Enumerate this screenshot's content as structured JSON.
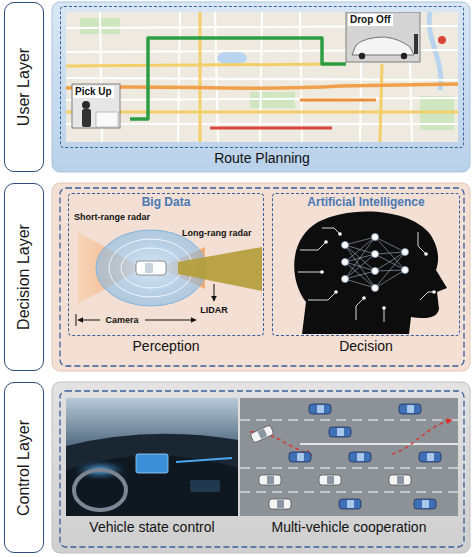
{
  "diagram": {
    "nodes": [
      {
        "text": [
          "User Layer"
        ]
      },
      {
        "text": [
          "Route Planning"
        ]
      },
      {
        "text": [
          "Decision Layer"
        ]
      },
      {
        "text": [
          "Big Data",
          "Perception"
        ]
      },
      {
        "text": [
          "Artificial Intelligence",
          "Decision"
        ]
      },
      {
        "text": [
          "Control Layer"
        ]
      },
      {
        "text": [
          "Vehicle state control"
        ]
      },
      {
        "text": [
          "Multi-vehicle cooperation"
        ]
      }
    ],
    "labels": [
      "Drop Off",
      "Pick Up",
      "Short-range radar",
      "Long-rang radar",
      "Camera",
      "LIDAR"
    ]
  }
}
